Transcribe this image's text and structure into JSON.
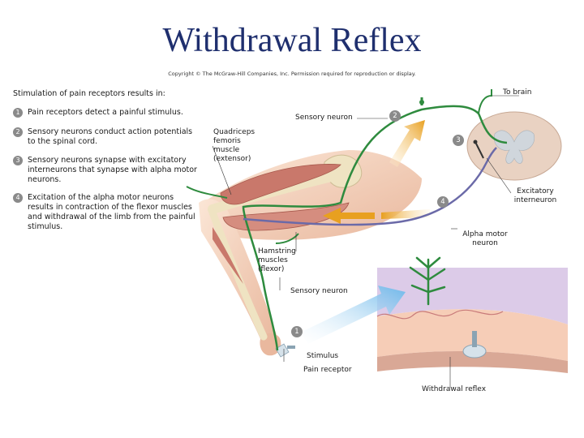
{
  "title": "Withdrawal Reflex",
  "copyright": "Copyright © The McGraw-Hill Companies, Inc. Permission required for reproduction or display.",
  "intro": "Stimulation of pain receptors results in:",
  "steps": [
    {
      "num": "1",
      "text": "Pain receptors detect a painful stimulus."
    },
    {
      "num": "2",
      "text": "Sensory neurons conduct action potentials to the spinal cord."
    },
    {
      "num": "3",
      "text": "Sensory neurons synapse with excitatory interneurons that synapse with alpha motor neurons."
    },
    {
      "num": "4",
      "text": "Excitation of the alpha motor neurons results in contraction of the flexor muscles and withdrawal of the limb from the painful stimulus."
    }
  ],
  "labels": {
    "to_brain": "To brain",
    "sensory_neuron_top": "Sensory neuron",
    "quadriceps": "Quadriceps femoris muscle (extensor)",
    "excitatory_interneuron": "Excitatory interneuron",
    "alpha_motor_neuron": "Alpha motor neuron",
    "hamstring": "Hamstring muscles (flexor)",
    "sensory_neuron_bottom": "Sensory neuron",
    "stimulus": "Stimulus",
    "pain_receptor": "Pain receptor",
    "withdrawal_reflex": "Withdrawal reflex"
  },
  "badges": {
    "b1": "1",
    "b2": "2",
    "b3": "3",
    "b4": "4"
  },
  "colors": {
    "title": "#1f2f6e",
    "sensory_neuron": "#2e8b3e",
    "motor_neuron": "#6b6aa8",
    "arrow_orange": "#e8a020",
    "arrow_blue": "#7ec6ee",
    "skin": "#f2c9b0",
    "muscle": "#c9786b",
    "bone": "#efe3c2",
    "spinal_cord": "#e9d2c2"
  }
}
